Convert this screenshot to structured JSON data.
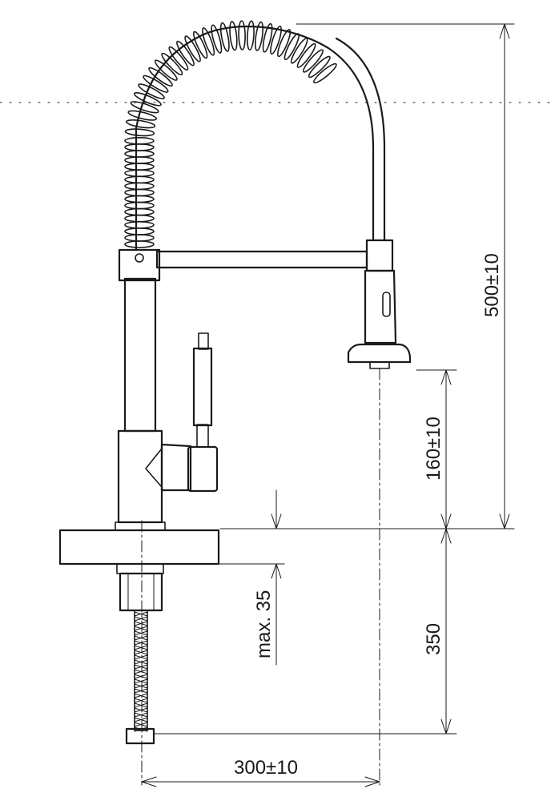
{
  "dimensions": {
    "total_height": "500±10",
    "spout_height": "160±10",
    "max_thickness": "max. 35",
    "hose_length": "350",
    "reach": "300±10"
  },
  "colors": {
    "line": "#1a1a1a",
    "background": "#ffffff"
  }
}
